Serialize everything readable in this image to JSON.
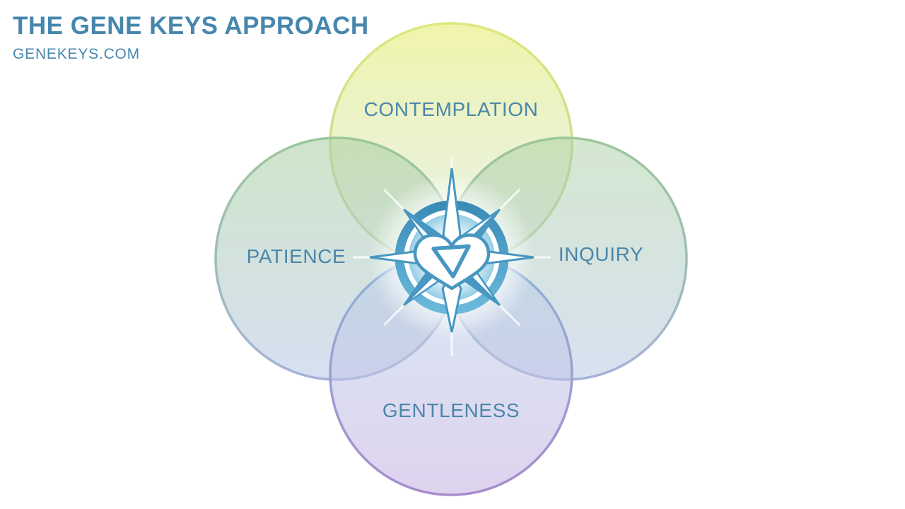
{
  "header": {
    "title": "THE GENE KEYS APPROACH",
    "subtitle": "GENEKEYS.COM"
  },
  "diagram": {
    "type": "venn-flower-four-circles",
    "center_logo": "gene-keys-compass-heart-with-water-triangle",
    "top": {
      "label": "CONTEMPLATION",
      "fill_top": "#eef29b",
      "fill_bottom": "#d3e6cc",
      "stroke_top": "#dce87c",
      "stroke_bottom": "#b7d5a0"
    },
    "left": {
      "label": "PATIENCE",
      "fill_top": "#a8cfa0",
      "fill_bottom": "#bccbe8",
      "stroke_top": "#9cc79a",
      "stroke_bottom": "#a5b2d8"
    },
    "right": {
      "label": "INQUIRY",
      "fill_top": "#a8cfa0",
      "fill_bottom": "#b8c8e6",
      "stroke_top": "#9cc79a",
      "stroke_bottom": "#a5b2d8"
    },
    "bottom": {
      "label": "GENTLENESS",
      "fill_top": "#b4cfe8",
      "fill_bottom": "#cbb7e4",
      "stroke_top": "#8fb4d6",
      "stroke_bottom": "#a78ccc"
    }
  },
  "colors": {
    "heading_text": "#4787ad",
    "label_text": "#4b86ab",
    "compass_blue": "#4797c2",
    "compass_ring_dark": "#3a8cb8",
    "compass_ring_light": "#6ab9dc",
    "background": "#ffffff"
  }
}
